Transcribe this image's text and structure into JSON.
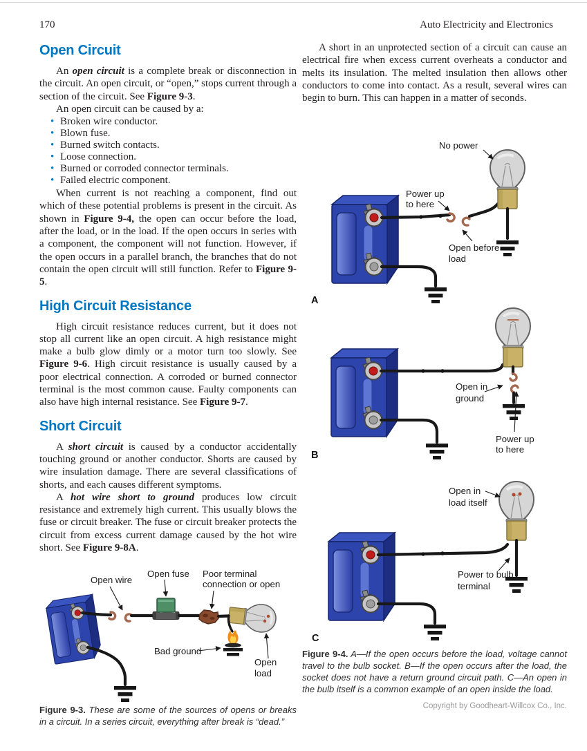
{
  "page": {
    "number": "170",
    "running_title": "Auto Electricity and Electronics",
    "copyright": "Copyright by Goodheart-Willcox Co., Inc."
  },
  "left": {
    "open_circuit": {
      "heading": "Open Circuit",
      "para1": [
        {
          "t": "An "
        },
        {
          "t": "open circuit",
          "b": true,
          "i": true
        },
        {
          "t": " is a complete break or disconnection in the circuit. An open circuit, or “open,” stops current through a section of the circuit. See "
        },
        {
          "t": "Figure 9-3",
          "b": true
        },
        {
          "t": "."
        }
      ],
      "lead_in": "An open circuit can be caused by a:",
      "bullets": [
        "Broken wire conductor.",
        "Blown fuse.",
        "Burned switch contacts.",
        "Loose connection.",
        "Burned or corroded connector terminals.",
        "Failed electric component."
      ],
      "para2": [
        {
          "t": "When current is not reaching a component, find out which of these potential problems is present in the circuit. As shown in "
        },
        {
          "t": "Figure 9-4,",
          "b": true
        },
        {
          "t": " the open can occur before the load, after the load, or in the load. If the open occurs in series with a component, the component will not function. However, if the open occurs in a parallel branch, the branches that do not contain the open circuit will still function. Refer to "
        },
        {
          "t": "Figure 9-5",
          "b": true
        },
        {
          "t": "."
        }
      ]
    },
    "high_circuit_resistance": {
      "heading": "High Circuit Resistance",
      "para1": [
        {
          "t": "High circuit resistance reduces current, but it does not stop all current like an open circuit. A high resistance might make a bulb glow dimly or a motor turn too slowly. See "
        },
        {
          "t": "Figure 9-6",
          "b": true
        },
        {
          "t": ". High circuit resistance is usually caused by a poor electrical connection. A corroded or burned connector terminal is the most common cause. Faulty components can also have high internal resistance. See "
        },
        {
          "t": "Figure 9-7",
          "b": true
        },
        {
          "t": "."
        }
      ]
    },
    "short_circuit": {
      "heading": "Short Circuit",
      "para1": [
        {
          "t": "A "
        },
        {
          "t": "short circuit",
          "b": true,
          "i": true
        },
        {
          "t": " is caused by a conductor accidentally touching ground or another conductor. Shorts are caused by wire insulation damage. There are several classifications of shorts, and each causes different symptoms."
        }
      ],
      "para2": [
        {
          "t": "A "
        },
        {
          "t": "hot wire short to ground",
          "b": true,
          "i": true
        },
        {
          "t": " produces low circuit resistance and extremely high current. This usually blows the fuse or circuit breaker. The fuse or circuit breaker protects the circuit from excess current damage caused by the hot wire short. See "
        },
        {
          "t": "Figure 9-8A",
          "b": true
        },
        {
          "t": "."
        }
      ]
    },
    "figure_9_3": {
      "labels": {
        "open_wire": "Open wire",
        "open_fuse": "Open fuse",
        "poor_terminal_1": "Poor terminal",
        "poor_terminal_2": "connection or open",
        "bad_ground": "Bad ground",
        "open_load_1": "Open",
        "open_load_2": "load"
      },
      "caption": [
        {
          "t": "Figure 9-3.",
          "b": true
        },
        {
          "t": " These are some of the sources of opens or breaks in a circuit. In a series circuit, everything after break is “dead.”",
          "i": true
        }
      ]
    }
  },
  "right": {
    "intro": [
      {
        "t": "A short in an unprotected section of a circuit can cause an electrical fire when excess current overheats a conductor and melts its insulation. The melted insulation then allows other conductors to come into contact. As a result, several wires can begin to burn. This can happen in a matter of seconds."
      }
    ],
    "figure_9_4": {
      "a": {
        "letter": "A",
        "no_power": "No power",
        "power_up_1": "Power up",
        "power_up_2": "to here",
        "open_before_1": "Open before",
        "open_before_2": "load"
      },
      "b": {
        "letter": "B",
        "open_ground_1": "Open in",
        "open_ground_2": "ground",
        "power_up_1": "Power up",
        "power_up_2": "to here"
      },
      "c": {
        "letter": "C",
        "open_load_1": "Open in",
        "open_load_2": "load itself",
        "power_bulb_1": "Power to bulb",
        "power_bulb_2": "terminal"
      },
      "caption": [
        {
          "t": "Figure 9-4.",
          "b": true
        },
        {
          "t": " A—If the open occurs before the load, voltage cannot travel to the bulb socket. B—If the open occurs after the load, the socket does not have a return ground circuit path. C—An open in the bulb itself is a common example of an open inside the load.",
          "i": true
        }
      ]
    }
  },
  "colors": {
    "heading_blue": "#0077c2",
    "battery_blue": "#2c44ab",
    "bulb_base_gold": "#c9b267",
    "wire_black": "#191919",
    "fuse_green": "#4e8f66",
    "connector_brown": "#8a4a2e",
    "flame_orange": "#ef8f1c"
  }
}
